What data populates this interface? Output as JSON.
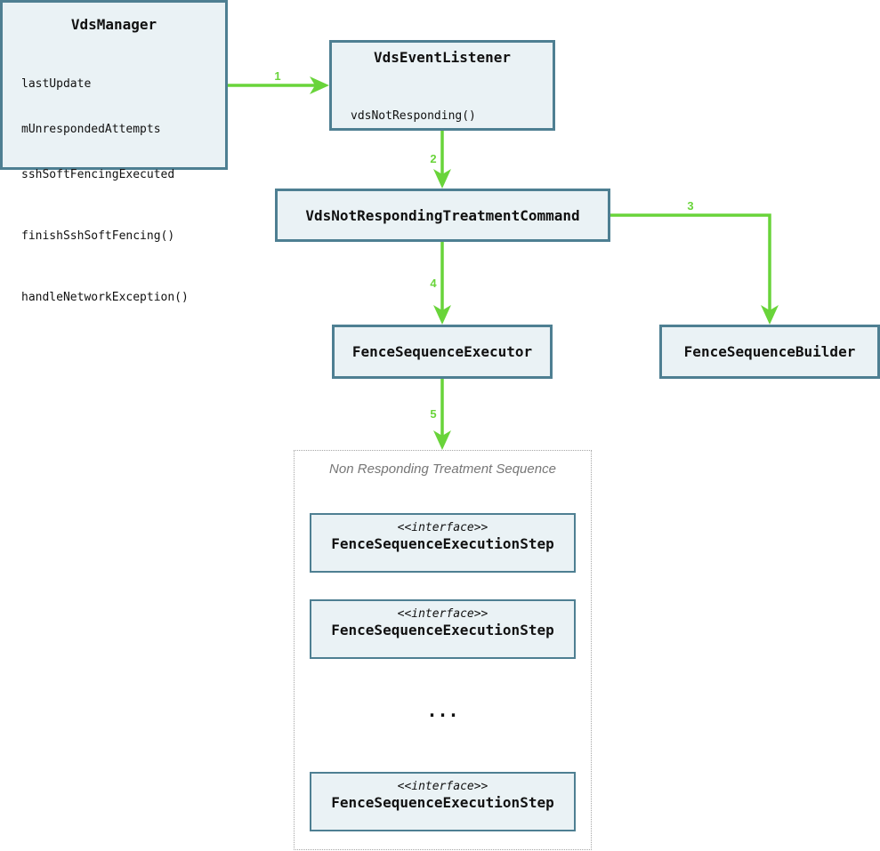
{
  "vds_manager": {
    "title": "VdsManager",
    "attributes": [
      "lastUpdate",
      "mUnrespondedAttempts",
      "sshSoftFencingExecuted"
    ],
    "methods": [
      "finishSshSoftFencing()",
      "handleNetworkException()"
    ]
  },
  "vds_event_listener": {
    "title": "VdsEventListener",
    "methods": [
      "vdsNotResponding()"
    ]
  },
  "treatment_command": {
    "title": "VdsNotRespondingTreatmentCommand"
  },
  "sequence_executor": {
    "title": "FenceSequenceExecutor"
  },
  "sequence_builder": {
    "title": "FenceSequenceBuilder"
  },
  "sequence": {
    "label": "Non Responding Treatment Sequence",
    "steps": [
      {
        "stereotype": "<<interface>>",
        "title": "FenceSequenceExecutionStep"
      },
      {
        "stereotype": "<<interface>>",
        "title": "FenceSequenceExecutionStep"
      },
      {
        "stereotype": "<<interface>>",
        "title": "FenceSequenceExecutionStep"
      }
    ],
    "ellipsis": "..."
  },
  "edges": [
    {
      "label": "1",
      "from": "VdsManager",
      "to": "VdsEventListener"
    },
    {
      "label": "2",
      "from": "VdsEventListener",
      "to": "VdsNotRespondingTreatmentCommand"
    },
    {
      "label": "3",
      "from": "VdsNotRespondingTreatmentCommand",
      "to": "FenceSequenceBuilder"
    },
    {
      "label": "4",
      "from": "VdsNotRespondingTreatmentCommand",
      "to": "FenceSequenceExecutor"
    },
    {
      "label": "5",
      "from": "FenceSequenceExecutor",
      "to": "Non Responding Treatment Sequence"
    }
  ],
  "colors": {
    "box_fill": "#eaf2f5",
    "box_border": "#4e7f92",
    "edge": "#69d43a",
    "frame_border": "#a6a6a6"
  }
}
